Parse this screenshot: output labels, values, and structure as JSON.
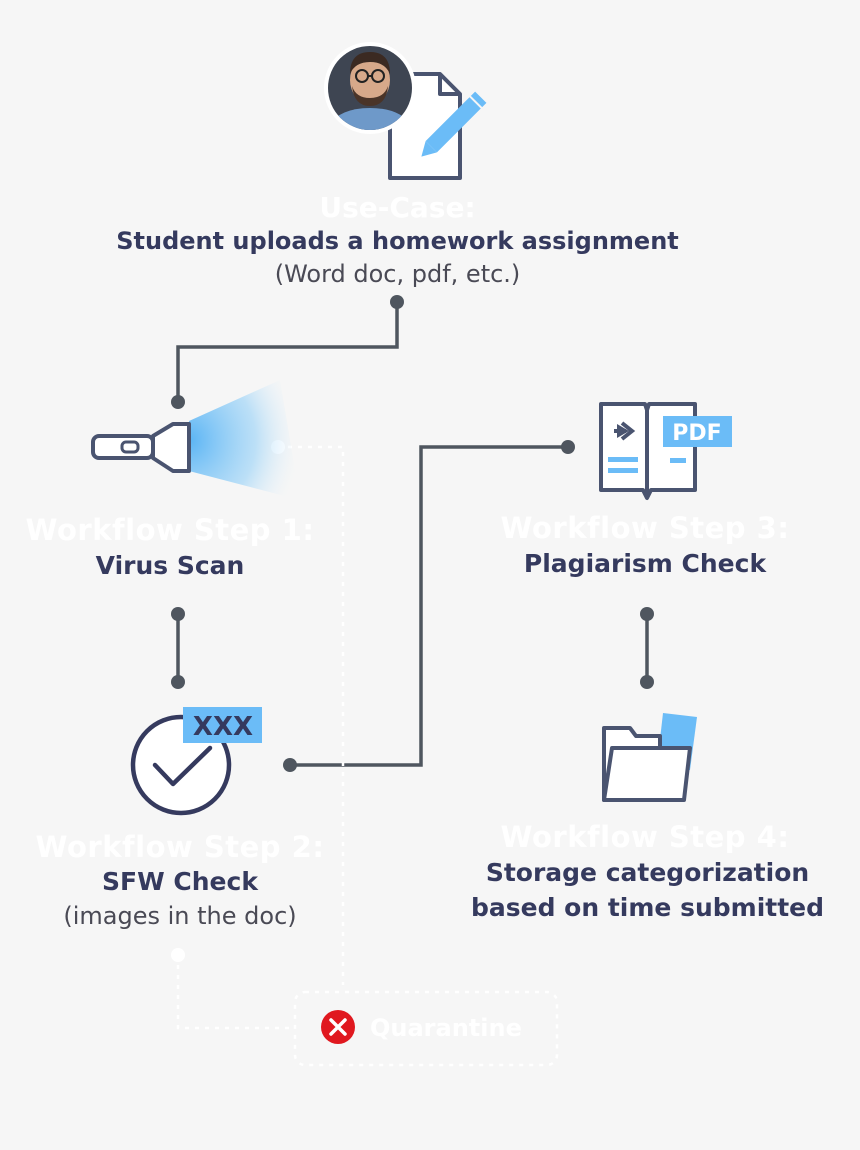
{
  "usecase": {
    "title": "Use-Case:",
    "name": "Student uploads a homework assignment",
    "sub": "(Word doc, pdf, etc.)"
  },
  "steps": [
    {
      "title": "Workflow Step 1:",
      "name": "Virus Scan",
      "icon": "flashlight-icon"
    },
    {
      "title": "Workflow Step 2:",
      "name": "SFW Check",
      "sub": "(images in the doc)",
      "icon": "checkmark-circle-icon",
      "badge": "XXX"
    },
    {
      "title": "Workflow Step 3:",
      "name": "Plagiarism Check",
      "icon": "book-pdf-icon",
      "badge": "PDF"
    },
    {
      "title": "Workflow Step 4:",
      "name": "Storage categorization",
      "name2": "based on time submitted",
      "icon": "folder-icon"
    }
  ],
  "quarantine": {
    "label": "Quarantine",
    "icon": "red-x-icon"
  },
  "colors": {
    "background": "#f6f6f6",
    "line": "#4f565f",
    "navy": "#353a5e",
    "accent_blue": "#6bbcf7",
    "danger": "#e0181f",
    "white": "#ffffff"
  }
}
